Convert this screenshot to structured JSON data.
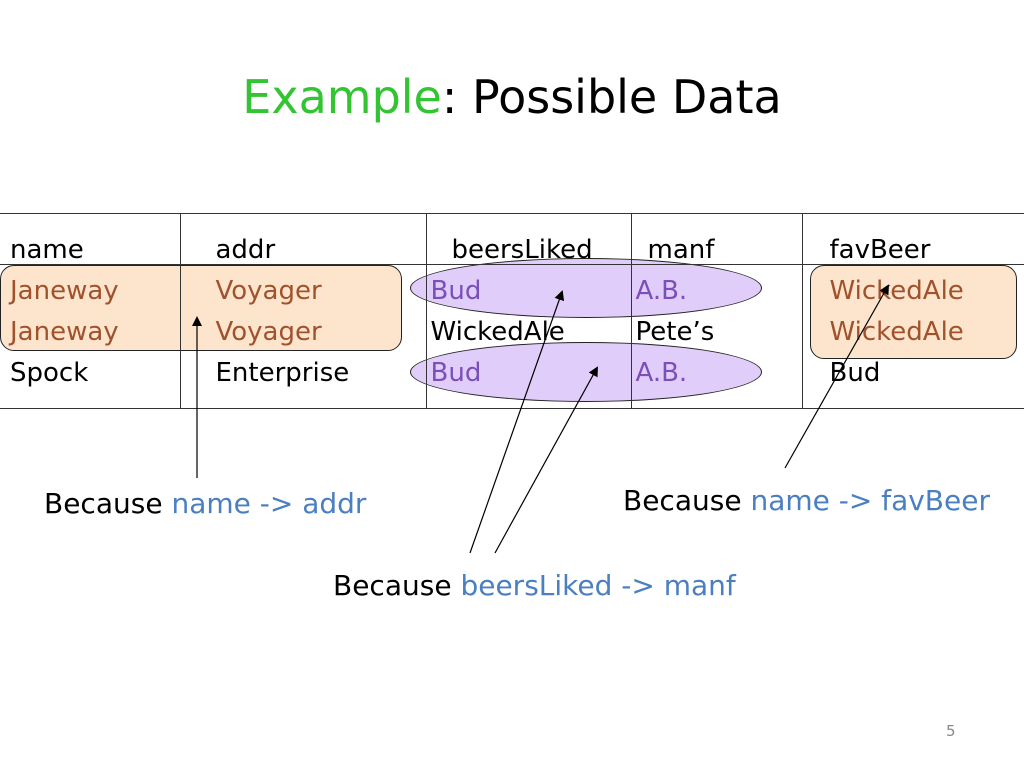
{
  "title": {
    "accent": "Example",
    "rest": ": Possible Data"
  },
  "table": {
    "headers": [
      "name",
      "addr",
      "beersLiked",
      "manf",
      "favBeer"
    ],
    "rows": [
      [
        "Janeway",
        "Voyager",
        "Bud",
        "A.B.",
        "WickedAle"
      ],
      [
        "Janeway",
        "Voyager",
        "WickedAle",
        "Pete’s",
        "WickedAle"
      ],
      [
        "Spock",
        "Enterprise",
        "Bud",
        "A.B.",
        "Bud"
      ]
    ]
  },
  "annotations": {
    "name_addr": {
      "prefix": "Because ",
      "fd": "name -> addr"
    },
    "beers_manf": {
      "prefix": "Because ",
      "fd": "beersLiked -> manf"
    },
    "name_fav": {
      "prefix": "Because ",
      "fd": "name -> favBeer"
    }
  },
  "page_number": "5",
  "colors": {
    "accent": "#33c433",
    "fd_text": "#4a7fc1",
    "orange_highlight": "#fde4cc",
    "purple_highlight": "#e1cdfa"
  }
}
